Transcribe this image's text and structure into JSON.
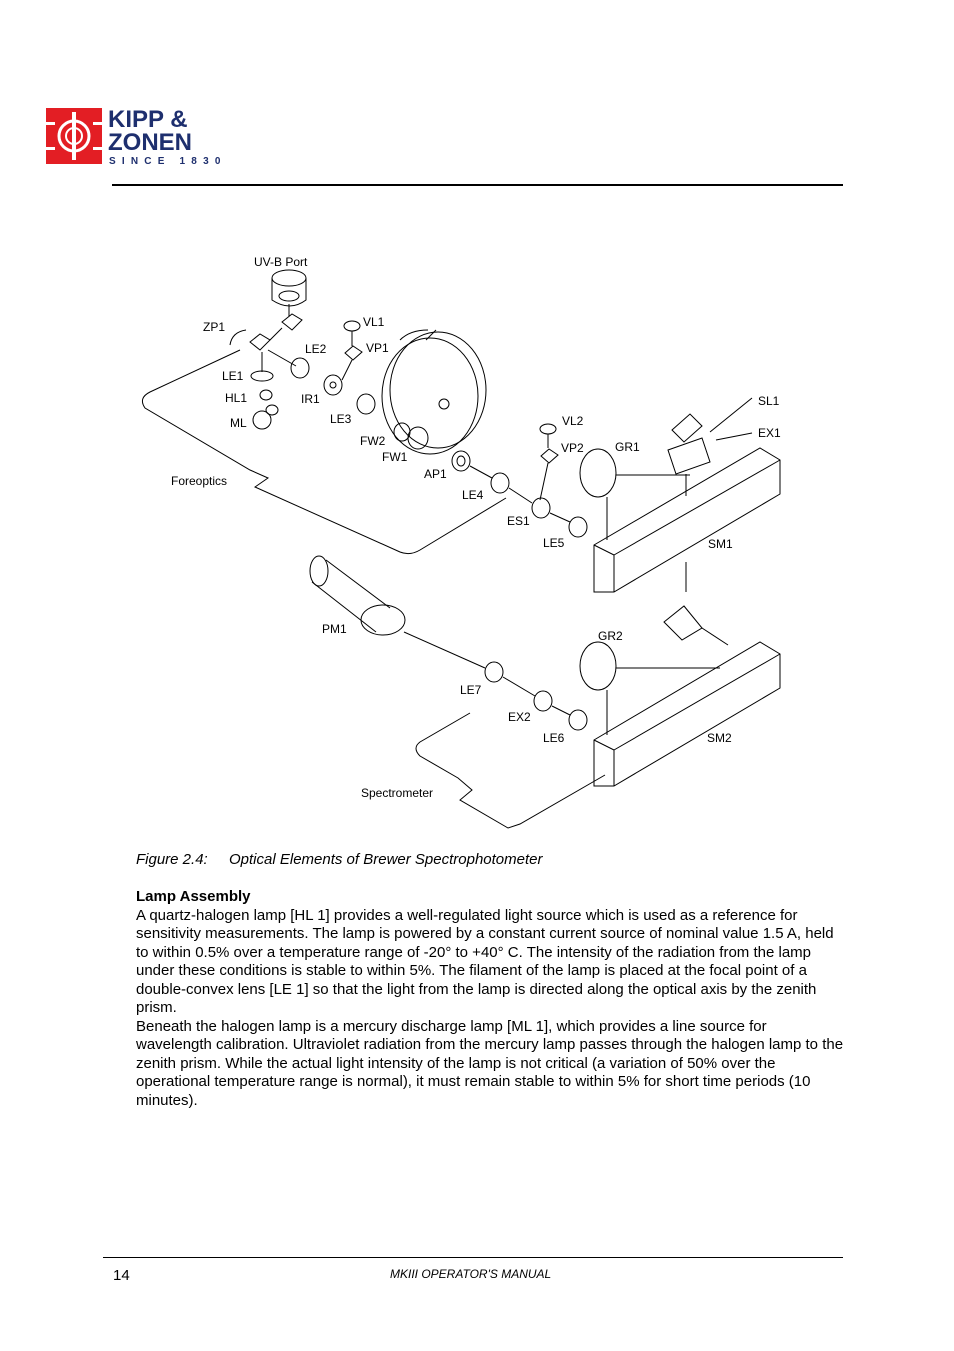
{
  "brand": {
    "line1": "KIPP &",
    "line2": "ZONEN",
    "line3": "SINCE 1830",
    "red": "#e31e24",
    "navy": "#1e2f6e"
  },
  "diagram_labels": {
    "uvb_port": "UV-B Port",
    "zp1": "ZP1",
    "vl1": "VL1",
    "vp1": "VP1",
    "le2": "LE2",
    "le1": "LE1",
    "hl1": "HL1",
    "ir1": "IR1",
    "ml": "ML",
    "le3": "LE3",
    "fw2": "FW2",
    "fw1": "FW1",
    "foreoptics": "Foreoptics",
    "ap1": "AP1",
    "le4": "LE4",
    "vl2": "VL2",
    "vp2": "VP2",
    "gr1": "GR1",
    "sl1": "SL1",
    "ex1": "EX1",
    "es1": "ES1",
    "le5": "LE5",
    "sm1": "SM1",
    "pm1": "PM1",
    "gr2": "GR2",
    "le7": "LE7",
    "ex2": "EX2",
    "le6": "LE6",
    "sm2": "SM2",
    "spectrometer": "Spectrometer"
  },
  "caption": {
    "number": "Figure 2.4:",
    "text": "Optical Elements of Brewer Spectrophotometer"
  },
  "section": {
    "heading": "Lamp Assembly",
    "para1": "A quartz-halogen lamp [HL 1] provides a well-regulated light source which is used as a reference for sensitivity measurements. The lamp is powered by a constant current source of nominal value 1.5 A, held to within 0.5% over a temperature range of -20° to +40° C. The intensity of the radiation from the lamp under these conditions is stable to within 5%. The filament of the lamp is placed at the focal point of a double-convex lens [LE 1] so that the light from the lamp is directed along the optical axis by the zenith prism.",
    "para2": "Beneath the halogen lamp is a mercury discharge lamp [ML 1], which provides a line source for wavelength calibration. Ultraviolet radiation from the mercury lamp passes through the halogen lamp to the zenith prism. While the actual light intensity of the lamp is not critical (a variation of 50% over the operational temperature range is normal), it must remain stable to within 5% for short time periods (10 minutes)."
  },
  "footer": {
    "page_number": "14",
    "title": "MKIII OPERATOR'S MANUAL"
  }
}
